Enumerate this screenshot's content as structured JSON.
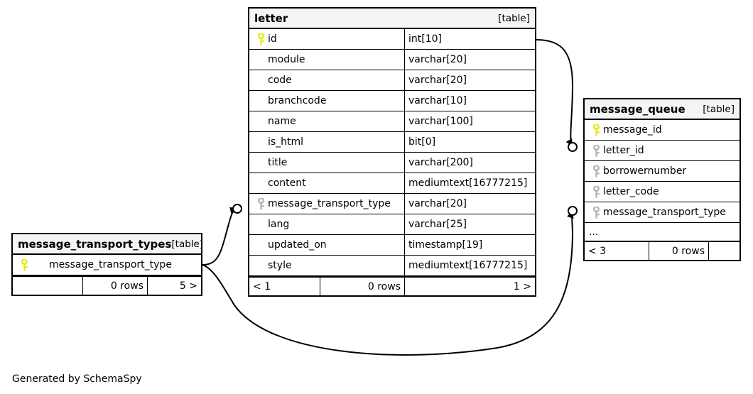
{
  "diagram": {
    "tool_credit": "Generated by SchemaSpy",
    "table_tag": "[table]",
    "ellipsis": "...",
    "key_colors": {
      "primary": "#e8e800",
      "foreign": "#b0b0b0"
    }
  },
  "tables": {
    "letter": {
      "title": "letter",
      "tag": "[table]",
      "columns": [
        {
          "name": "id",
          "type": "int[10]",
          "key": "primary"
        },
        {
          "name": "module",
          "type": "varchar[20]",
          "key": "none"
        },
        {
          "name": "code",
          "type": "varchar[20]",
          "key": "none"
        },
        {
          "name": "branchcode",
          "type": "varchar[10]",
          "key": "none"
        },
        {
          "name": "name",
          "type": "varchar[100]",
          "key": "none"
        },
        {
          "name": "is_html",
          "type": "bit[0]",
          "key": "none"
        },
        {
          "name": "title",
          "type": "varchar[200]",
          "key": "none"
        },
        {
          "name": "content",
          "type": "mediumtext[16777215]",
          "key": "none"
        },
        {
          "name": "message_transport_type",
          "type": "varchar[20]",
          "key": "foreign"
        },
        {
          "name": "lang",
          "type": "varchar[25]",
          "key": "none"
        },
        {
          "name": "updated_on",
          "type": "timestamp[19]",
          "key": "none"
        },
        {
          "name": "style",
          "type": "mediumtext[16777215]",
          "key": "none"
        }
      ],
      "footer": {
        "left": "< 1",
        "middle": "0 rows",
        "right": "1 >"
      }
    },
    "message_queue": {
      "title": "message_queue",
      "tag": "[table]",
      "columns": [
        {
          "name": "message_id",
          "key": "primary"
        },
        {
          "name": "letter_id",
          "key": "foreign"
        },
        {
          "name": "borrowernumber",
          "key": "foreign"
        },
        {
          "name": "letter_code",
          "key": "foreign"
        },
        {
          "name": "message_transport_type",
          "key": "foreign"
        }
      ],
      "more_indicator": "...",
      "footer": {
        "left": "< 3",
        "middle": "0 rows",
        "right": ""
      }
    },
    "message_transport_types": {
      "title": "message_transport_types",
      "tag": "[table]",
      "columns": [
        {
          "name": "message_transport_type",
          "key": "primary"
        }
      ],
      "footer": {
        "left": "",
        "middle": "0 rows",
        "right": "5 >"
      }
    }
  }
}
